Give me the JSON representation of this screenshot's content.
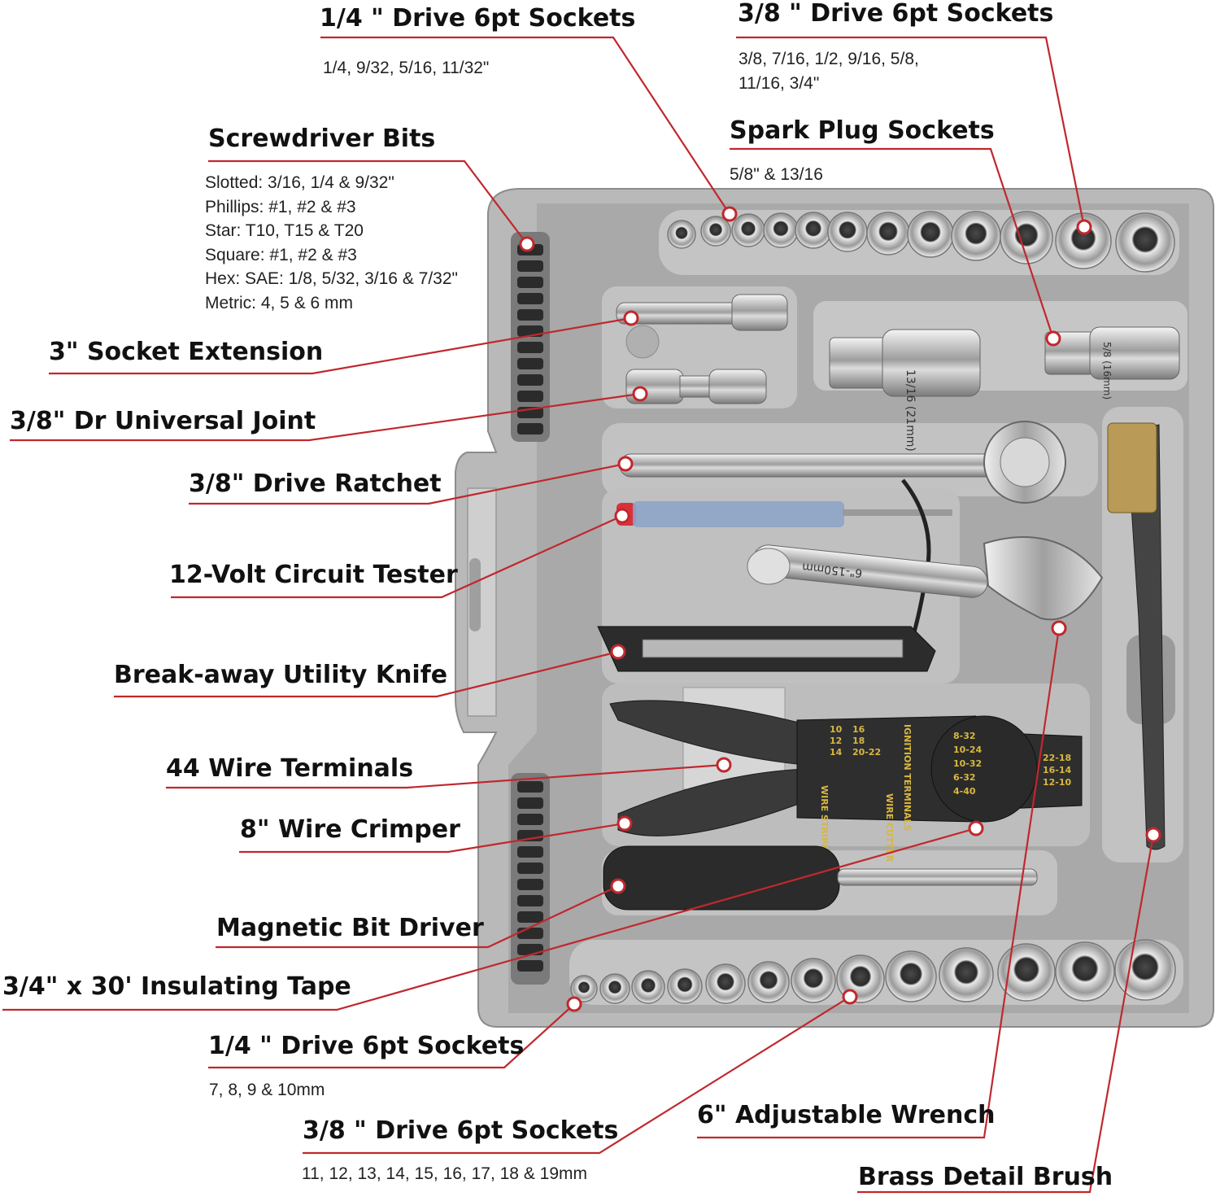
{
  "callouts": {
    "quarter_top": {
      "title": "1/4 \" Drive 6pt Sockets",
      "sub": "1/4, 9/32, 5/16, 11/32\""
    },
    "three_eighths_top": {
      "title": "3/8 \" Drive 6pt Sockets",
      "sub_lines": [
        "3/8, 7/16, 1/2, 9/16, 5/8,",
        "11/16, 3/4\""
      ]
    },
    "spark_plug": {
      "title": "Spark Plug Sockets",
      "sub": "5/8\" & 13/16"
    },
    "screwdriver_bits": {
      "title": "Screwdriver Bits",
      "lines": [
        "Slotted: 3/16, 1/4 & 9/32\"",
        "Phillips: #1, #2 & #3",
        "Star: T10, T15 & T20",
        "Square: #1, #2 & #3",
        "Hex: SAE: 1/8, 5/32, 3/16 & 7/32\"",
        "Metric: 4, 5 & 6 mm"
      ]
    },
    "socket_extension": {
      "title": "3\" Socket Extension"
    },
    "universal_joint": {
      "title": "3/8\" Dr Universal Joint"
    },
    "ratchet": {
      "title": "3/8\" Drive Ratchet"
    },
    "circuit_tester": {
      "title": "12-Volt Circuit Tester"
    },
    "utility_knife": {
      "title": "Break-away Utility Knife"
    },
    "wire_terminals": {
      "title": "44 Wire Terminals"
    },
    "wire_crimper": {
      "title": "8\" Wire Crimper"
    },
    "bit_driver": {
      "title": "Magnetic Bit Driver"
    },
    "insulating_tape": {
      "title": "3/4\" x 30' Insulating Tape"
    },
    "quarter_bottom": {
      "title": "1/4 \" Drive 6pt Sockets",
      "sub": "7, 8, 9 & 10mm"
    },
    "three_eighths_bottom": {
      "title": "3/8 \" Drive 6pt Sockets",
      "sub": "11, 12, 13, 14, 15, 16, 17, 18 & 19mm"
    },
    "adjustable_wrench": {
      "title": "6\" Adjustable Wrench"
    },
    "brass_brush": {
      "title": "Brass Detail Brush"
    }
  },
  "tool_markings": {
    "spark_socket_large": "13/16 (21mm)",
    "spark_socket_small": "5/8 (16mm)",
    "wrench_marking": "6\"-150mm",
    "crimper_stripper": "WIRE STRIPPER A.W.G.",
    "crimper_cutter": "WIRE CUTTER",
    "crimper_terminals": "IGNITION TERMINALS",
    "crimper_gauges": [
      "10",
      "12",
      "14",
      "16",
      "18",
      "20-22"
    ],
    "crimper_bolts": [
      "8-32",
      "10-24",
      "10-32",
      "6-32",
      "4-40"
    ],
    "crimper_jaw": [
      "22-18",
      "16-14",
      "12-10"
    ]
  },
  "colors": {
    "accent_line": "#c0282d",
    "case": "#b9b9b9",
    "tray": "#a7a7a7",
    "handle_dark": "#3a3a3a"
  }
}
